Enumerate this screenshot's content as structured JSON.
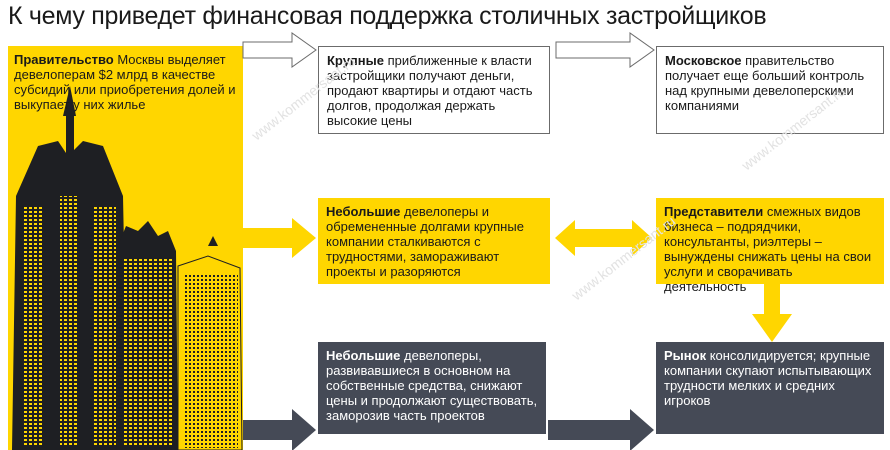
{
  "title": "К чему приведет финансовая поддержка столичных застройщиков",
  "watermark": "www.kommersant.ru",
  "boxes": {
    "gov": {
      "bold": "Правительство",
      "text": " Москвы выделяет девелоперам $2 млрд в качестве субсидий или приобретения долей и выкупает у них жилье"
    },
    "big": {
      "bold": "Крупные",
      "text": " приближенные к власти застройщики получают деньги, продают квартиры и отдают часть долгов, продолжая держать высокие цены"
    },
    "moscow": {
      "bold": "Московское",
      "text": " правительство получает еще больший контроль над крупными девелоперскими компаниями"
    },
    "small_debt": {
      "bold": "Небольшие",
      "text": " девелоперы и обремененные долгами крупные компании сталкиваются с трудностями, замораживают проекты и разоряются"
    },
    "reps": {
      "bold": "Представители",
      "text": " смежных видов бизнеса – подрядчики, консультанты, риэлтеры – вынуждены снижать цены на свои услуги и сворачивать деятельность"
    },
    "small_own": {
      "bold": "Небольшие",
      "text": " девелоперы, развивавшиеся в основном на собственные средства, снижают цены и продолжают существовать, заморозив часть проектов"
    },
    "market": {
      "bold": "Рынок",
      "text": " консолидируется; крупные компании скупают испытывающих трудности мелких и средних игроков"
    }
  },
  "colors": {
    "yellow": "#ffd600",
    "dark": "#454a56",
    "building": "#1e1f23"
  }
}
